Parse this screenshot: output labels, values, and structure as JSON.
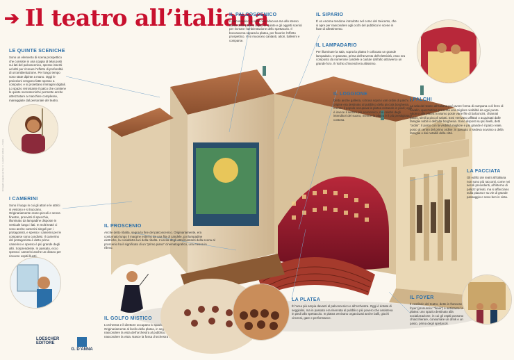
{
  "title": "Il teatro all’italiana",
  "sections": {
    "quinte": {
      "heading": "LE QUINTE SCENICHE",
      "body": "Sono un elemento di scena prospettico che consiste in una coppia di telai posti sui lati del palcoscenico, spesso inseriti ad altri per ricreare l’effetto di profondità di un’ambientazione. Per lungo tempo sono state dipinte a mano. Oggi le proiezioni vengono fatte spesso a computer, e si proiettano immagini digitali. Lo spazio retrostante il palco che contiene le quinte scenotecniche permette anche attrezzature a macchine complesse, maneggiate dal personale del teatro."
    },
    "camerini": {
      "heading": "I CAMERINI",
      "body": "Sono il luogo in cui gli attori e le attrici si vestono e si truccano. Originariamente erano piccoli e senza finestre, provvisti di specchio, illuminato da lampadine disposte in verticale lungo i lati. In molti teatri ci sono anche camerini singoli per i protagonisti, e spesso i camerini per le comparse sono condivisi. Il camerino del protagonista è detto primo camerino e spesso è più grande degli altri. Sorprendente. In passato, ecco spesso i camerini anche un divano per ricevere ospiti illustri."
    },
    "proscenio": {
      "heading": "IL PROSCENIO",
      "body": "Anche detto ribalta, segna la fine del palcoscenico. Originariamente, era contornato lungo il margine esterno da una fila di candele, poi lampadine elettriche, la cosiddetta luci della ribalta. L’uscita degli attori/cantanti della scena al proscenio ha il significato di un “primo piano” cinematografico, una messa in rilievo."
    },
    "golfo": {
      "heading": "IL GOLFO MISTICO",
      "body": "L’orchestra e il direttore occupano lo spazio racchiuso tra il proscenio e la platea. Originariamente al livello della platea, in seguito è stato abbassato per nascondere la vista dell’orchestra al pubblico. Wagner lo fa abbassare per nascondere la vista. Nasce la fossa d’orchestra o golfo mistico."
    },
    "palcoscenico": {
      "heading": "IL PALCOSCENICO",
      "body": "Il palcoscenico, a volte non riduceva ma allo stesso livello della platea, ospita le quinte e gli oggetti scenici per ricreare l’ambientazione dello spettacolo. Il boccascena separa la platea, per favorire l’effetto prospettico. Vi si muovono cantanti, attori, ballerini e comparse."
    },
    "sipario": {
      "heading": "IL SIPARIO",
      "body": "È un enorme tendone introdotto nel corso del Seicento, che si apre per nascondere agli occhi del pubblico le scene in fase di allestimento."
    },
    "lampadario": {
      "heading": "IL LAMPADARIO",
      "body": "Per illuminare la sala, sopra la platea è collocato un grande lampadario. In passato, prima dell’avvento dell’elettricità, esso era composto da numerose candele a cadute dall’alto attraverso un grande foro. Il rischio d’incendi era altissimo."
    },
    "loggione": {
      "heading": "IL LOGGIONE",
      "body": "Detto anche galleria, si trova sopra i vari ordini di palchi. In origine era destinato al pubblico della piccola borghesia, mentre il popolo occupava la platea restando in piedi; oggi è invece il settore più economico, ma celebri degli intenditori del suono, mentre la platea è il più prestigiosa e costosa."
    },
    "palchi": {
      "heading": "I PALCHI",
      "body": "La sala del teatro all’italiana può avere forma di campana o di ferro di cavallo, quest’ultima presenta una migliore visibilità da ogni punto. Attorno alla platea troviamo poste varie file di balconcini, chiamati palchi, simili a piccoli salotti. Essi venivano affittati o acquistati dalle famiglie nobili o dell’alta borghesia. Sono disposti su più livelli, detti “ordini”. Il posto con la visibilità migliore e più grande è il palco reale, posto al centro del primo ordine; in passato ci sedeva sovrano o della famiglia o dai notabili della città."
    },
    "facciata": {
      "heading": "LA FACCIATA",
      "body": "Gli edifici dei teatri all’italiana non sono più racconti, come nei secoli precedenti, all’interno di palazzi privati, ma si affacciano sulla piazza e su vie di grande passaggio e sono ben in vista."
    },
    "platea": {
      "heading": "LA PLATEA",
      "body": "È l’area più ampia davanti al palcoscenico e all’orchestra. Oggi è dotata di seggiolini, ma in passato era riservata al pubblico più povero che assisteva in piedi allo spettacolo. In platea venivano organizzati anche balli, giochi circensi, gare e performance."
    },
    "foyer": {
      "heading": "IL FOYER",
      "body": "Il vestibolo del teatro, detto in francese foyer (pronuncia: “fuaié”) è antistante la platea: uno spazio destinato alla socializzazione, in cui gli ospiti possono chiacchierare, consumare un drink e un pasto, prima degli spettacoli."
    }
  },
  "publishers": {
    "left": "LOESCHER EDITORE",
    "right": "G. D’ANNA"
  },
  "sidetext": "Immagini eseguite ad hoc © Loescher Editore — Torino",
  "colors": {
    "accent": "#c8102e",
    "heading": "#2b6fa8",
    "background": "#fbf7ef"
  },
  "icons": [
    "arrow-right-icon",
    "loescher-logo",
    "danna-logo"
  ]
}
